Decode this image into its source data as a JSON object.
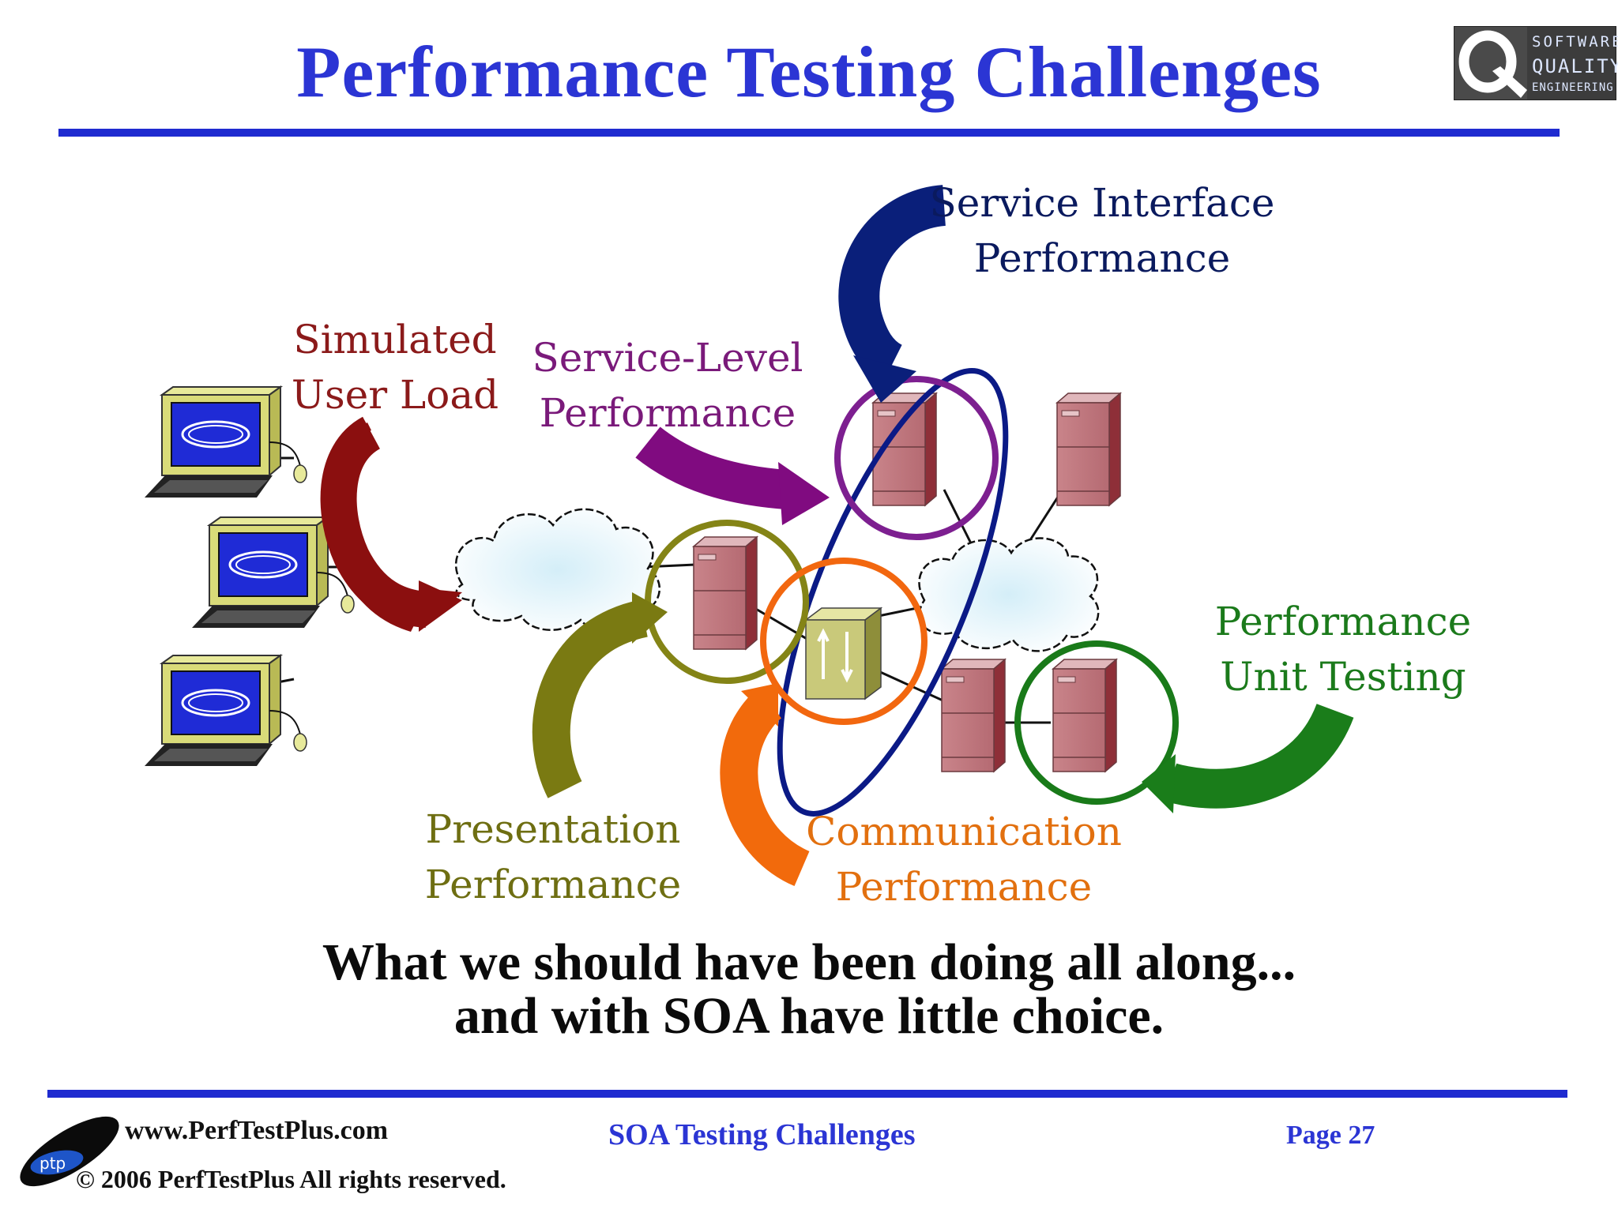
{
  "slide": {
    "title": "Performance Testing Challenges",
    "tagline_line1": "What we should have been doing all along...",
    "tagline_line2": "and with SOA have little choice."
  },
  "logo": {
    "qse_word1": "SOFTWARE",
    "qse_word2": "QUALITY",
    "qse_word3": "ENGINEERING",
    "ptp_text": "ptp"
  },
  "diagram": {
    "labels": {
      "simulated_user_load": "Simulated\nUser Load",
      "service_level": "Service-Level\nPerformance",
      "service_interface": "Service Interface\nPerformance",
      "unit_testing": "Performance\nUnit Testing",
      "presentation": "Presentation\nPerformance",
      "communication": "Communication\nPerformance"
    },
    "colors": {
      "simulated_user_load": "#8b0f0f",
      "service_level": "#800b80",
      "service_interface": "#0a1f7a",
      "unit_testing": "#1a7d1a",
      "presentation": "#7a7a12",
      "communication": "#f26a0c"
    }
  },
  "footer": {
    "url": "www.PerfTestPlus.com",
    "copyright": "© 2006 PerfTestPlus All rights reserved.",
    "center": "SOA Testing Challenges",
    "page": "Page 27"
  }
}
